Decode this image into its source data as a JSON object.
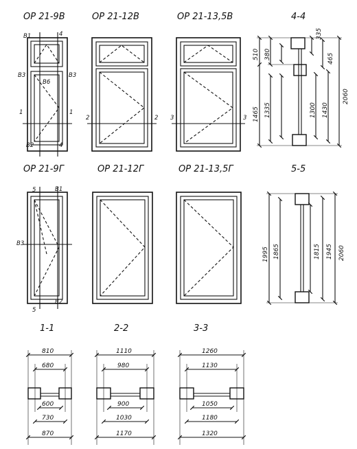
{
  "titles": {
    "w1": "ОР 21-9В",
    "w2": "ОР 21-12В",
    "w3": "ОР 21-13,5В",
    "s44": "4-4",
    "w4": "ОР 21-9Г",
    "w5": "ОР 21-12Г",
    "w6": "ОР 21-13,5Г",
    "s55": "5-5",
    "s11": "1-1",
    "s22": "2-2",
    "s33": "3-3"
  },
  "tags": {
    "b1": "В1",
    "b2": "В2",
    "b3": "В3",
    "b6": "В6",
    "n1": "1",
    "n2": "2",
    "n3": "3",
    "n4": "4",
    "n5": "5"
  },
  "section_44": {
    "dims": [
      "335",
      "380",
      "465",
      "510",
      "1300",
      "1335",
      "1430",
      "1465",
      "2060"
    ]
  },
  "section_55": {
    "dims": [
      "1815",
      "1865",
      "1945",
      "1995",
      "2060"
    ]
  },
  "section_11": {
    "top": [
      "810",
      "680"
    ],
    "bottom": [
      "600",
      "730",
      "870"
    ]
  },
  "section_22": {
    "top": [
      "1110",
      "980"
    ],
    "bottom": [
      "900",
      "1030",
      "1170"
    ]
  },
  "section_33": {
    "top": [
      "1260",
      "1130"
    ],
    "bottom": [
      "1050",
      "1180",
      "1320"
    ]
  }
}
